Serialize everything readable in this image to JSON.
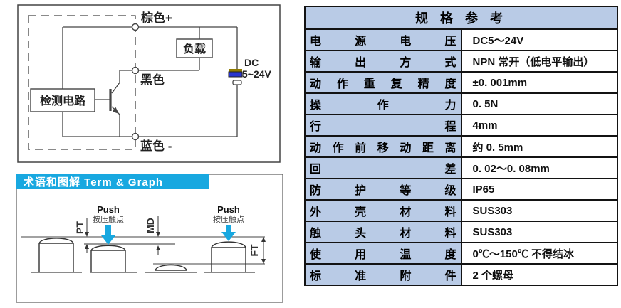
{
  "colors": {
    "accent": "#18a8e0",
    "table_header_bg": "#b9cbe6",
    "battery_blue": "#2a35cf",
    "battery_yellow": "#8f7a00"
  },
  "circuit": {
    "labels": {
      "brown_plus": "棕色+",
      "black": "黑色",
      "blue_minus": "蓝色 -",
      "load": "负载",
      "detect_circuit": "检测电路",
      "dc": "DC",
      "voltage": "5~24V"
    }
  },
  "term_graph": {
    "banner": "术语和图解 Term & Graph",
    "push_label": "Push",
    "push_sub": "按压触点",
    "dim_pt": "PT",
    "dim_md": "MD",
    "dim_ft": "FT"
  },
  "spec_table": {
    "title": "规 格 参 考",
    "rows": [
      {
        "label": "电源电压",
        "value": "DC5～24V"
      },
      {
        "label": "输出方式",
        "value": "NPN 常开（低电平输出）"
      },
      {
        "label": "动作重复精度",
        "value": "±0. 001mm"
      },
      {
        "label": "操作力",
        "value": "0. 5N"
      },
      {
        "label": "行程",
        "value": "4mm"
      },
      {
        "label": "动作前移动距离",
        "value": "约 0. 5mm"
      },
      {
        "label": "回差",
        "value": "0. 02～0. 08mm"
      },
      {
        "label": "防护等级",
        "value": "IP65"
      },
      {
        "label": "外壳材料",
        "value": "SUS303"
      },
      {
        "label": "触头材料",
        "value": "SUS303"
      },
      {
        "label": "使用温度",
        "value": "0℃～150℃  不得结冰"
      },
      {
        "label": "标准附件",
        "value": "2 个螺母"
      }
    ]
  }
}
